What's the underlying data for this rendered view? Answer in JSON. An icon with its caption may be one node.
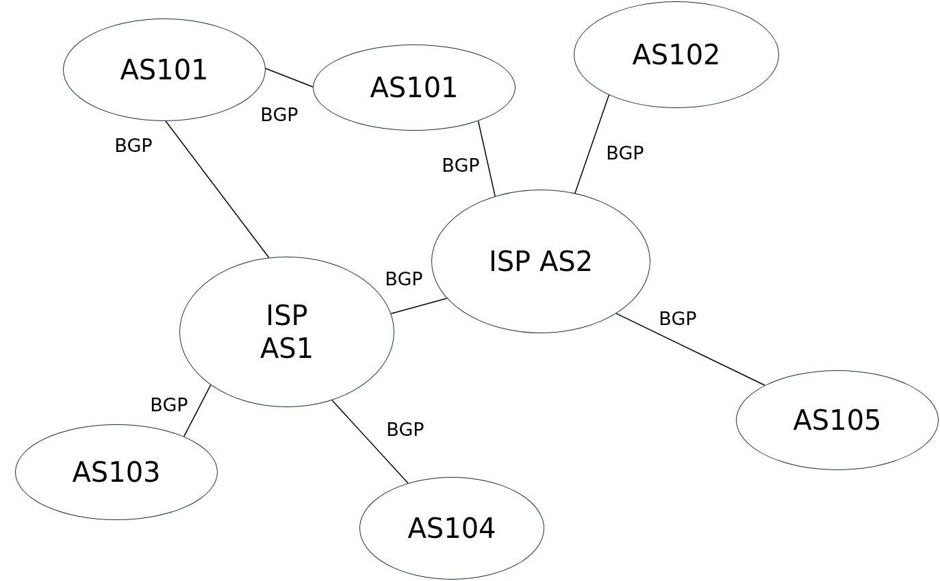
{
  "diagram": {
    "nodes": [
      {
        "text": [
          "AS101"
        ]
      },
      {
        "text": [
          "AS101"
        ]
      },
      {
        "text": [
          "AS102"
        ]
      },
      {
        "text": [
          "ISP AS2"
        ]
      },
      {
        "text": [
          "ISP AS1"
        ]
      },
      {
        "text": [
          "AS105"
        ]
      },
      {
        "text": [
          "AS103"
        ]
      },
      {
        "text": [
          "AS104"
        ]
      }
    ],
    "edges": [
      {
        "from": 0,
        "to": 1,
        "arrow": "none",
        "label": "BGP"
      },
      {
        "from": 0,
        "to": 4,
        "arrow": "none",
        "label": "BGP"
      },
      {
        "from": 1,
        "to": 3,
        "arrow": "none",
        "label": "BGP"
      },
      {
        "from": 2,
        "to": 3,
        "arrow": "none",
        "label": "BGP"
      },
      {
        "from": 4,
        "to": 3,
        "arrow": "none",
        "label": "BGP"
      },
      {
        "from": 3,
        "to": 5,
        "arrow": "none",
        "label": "BGP"
      },
      {
        "from": 4,
        "to": 6,
        "arrow": "none",
        "label": "BGP"
      },
      {
        "from": 4,
        "to": 7,
        "arrow": "none",
        "label": "BGP"
      }
    ]
  }
}
